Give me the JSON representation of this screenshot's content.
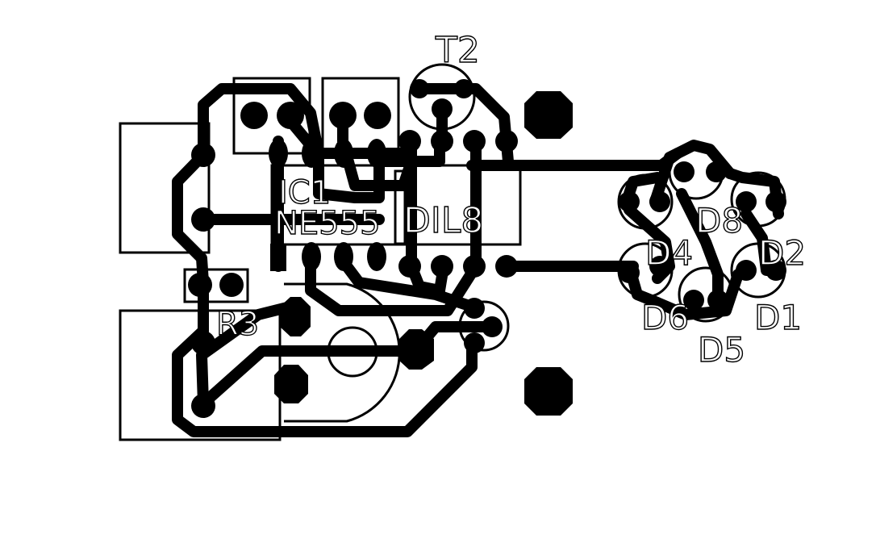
{
  "board": {
    "labels": {
      "t2": "T2",
      "ic1_name": "IC1",
      "ic1_value": "NE555",
      "ic1_package": "DIL8",
      "d1": "D1",
      "d2": "D2",
      "d4": "D4",
      "d5": "D5",
      "d6": "D6",
      "d8": "D8",
      "r3": "R3"
    },
    "colors": {
      "copper": "#000000",
      "background": "#ffffff",
      "outline": "#000000"
    }
  }
}
